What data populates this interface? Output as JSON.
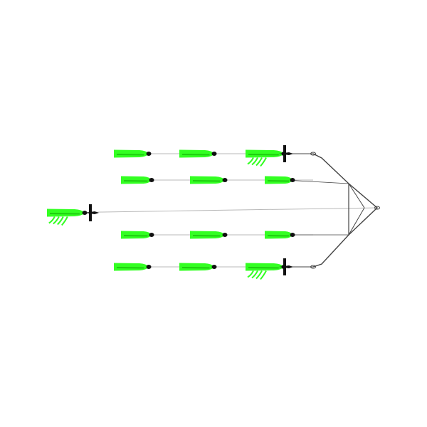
{
  "image": {
    "subject": "dredge-teaser-rig",
    "background_color": "#ffffff",
    "lure_color": "#33ff22",
    "lure_shade_color": "#1fcc10",
    "lure_head_color": "#111111",
    "line_color": "#b8b8b8",
    "wire_color": "#444444",
    "bird_color": "#111111",
    "lure_rows": 4,
    "lures_per_row": 3,
    "trailing_lures": 1
  }
}
